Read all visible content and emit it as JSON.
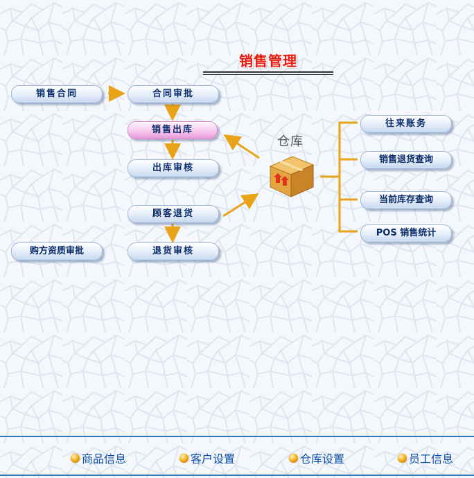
{
  "page": {
    "title": "销售管理"
  },
  "buttons": {
    "sales_contract": "销售合同",
    "contract_approval": "合同审批",
    "sales_outbound": "销售出库",
    "outbound_audit": "出库审核",
    "customer_return": "顾客退货",
    "return_audit": "退货审核",
    "buyer_qualification": "购方资质审批",
    "accounts": "往来账务",
    "sales_return_query": "销售退货查询",
    "stock_query": "当前库存查询",
    "pos_stats": "POS 销售统计"
  },
  "warehouse": {
    "label": "仓库",
    "icon": "cardboard-box-icon"
  },
  "footer": {
    "items": [
      "商品信息",
      "客户设置",
      "仓库设置",
      "员工信息"
    ]
  },
  "colors": {
    "arrow": "#e8a319",
    "title": "#e8180c",
    "link": "#0c4da8",
    "rule": "#2d76b8"
  }
}
